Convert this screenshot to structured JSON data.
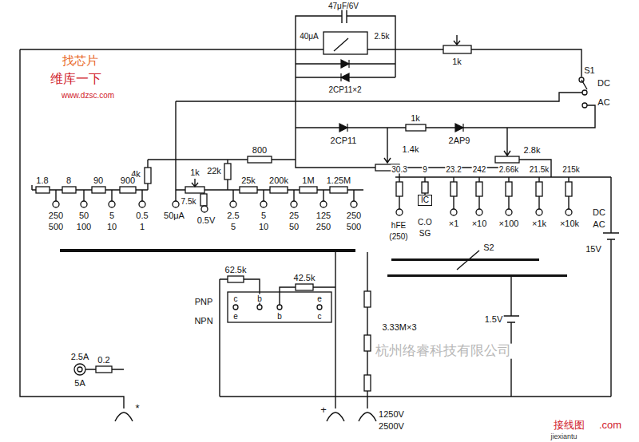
{
  "diagram": {
    "nodes": [
      {
        "text": [
          "IC"
        ]
      }
    ],
    "labels": [
      "47μF/6V",
      "40μA",
      "2.5k",
      "1k",
      "2CP11×2",
      "S1",
      "DC",
      "AC",
      "2CP11",
      "1k",
      "2AP9",
      "1.4k",
      "2.8k",
      "4k",
      "1k",
      "7.5k",
      "22k",
      "800",
      "1.8",
      "8",
      "90",
      "900",
      "250",
      "500",
      "50",
      "100",
      "5",
      "10",
      "0.5",
      "1",
      "50μA",
      "0.5V",
      "25k",
      "200k",
      "1M",
      "1.25M",
      "2.5",
      "5",
      "5",
      "10",
      "25",
      "50",
      "125",
      "250",
      "250",
      "500",
      "30.3",
      "9",
      "23.2",
      "242",
      "2.66k",
      "21.5k",
      "215k",
      "hFE",
      "(250)",
      "C.O",
      "SG",
      "×1",
      "×10",
      "×100",
      "×1k",
      "×10k",
      "DC",
      "AC",
      "S2",
      "15V",
      "1.5V",
      "62.5k",
      "42.5k",
      "PNP",
      "NPN",
      "c",
      "b",
      "e",
      "e",
      "b",
      "c",
      "2.5A",
      "5A",
      "0.2",
      "*",
      "+",
      "3.33M×3",
      "1250V",
      "2500V",
      "找芯片",
      "维库一下",
      "www.dzsc.com",
      "杭州络睿科技有限公司",
      "接线图",
      "jiexiantu",
      ".com"
    ]
  }
}
